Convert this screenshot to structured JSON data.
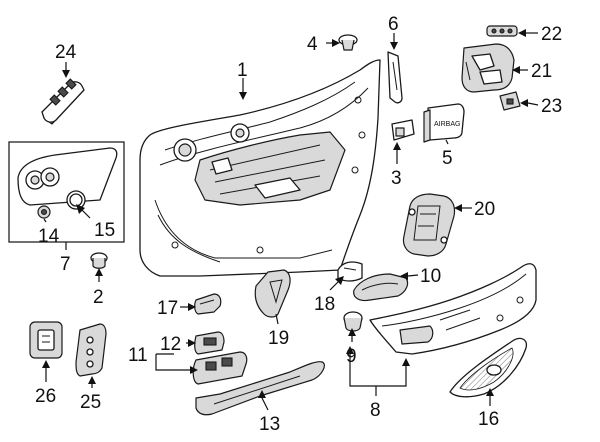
{
  "diagram": {
    "callouts": {
      "p1": "1",
      "p2": "2",
      "p3": "3",
      "p4": "4",
      "p5": "5",
      "p6": "6",
      "p7": "7",
      "p8": "8",
      "p9": "9",
      "p10": "10",
      "p11": "11",
      "p12": "12",
      "p13": "13",
      "p14": "14",
      "p15": "15",
      "p16": "16",
      "p17": "17",
      "p18": "18",
      "p19": "19",
      "p20": "20",
      "p21": "21",
      "p22": "22",
      "p23": "23",
      "p24": "24",
      "p25": "25",
      "p26": "26"
    },
    "airbag_label": "AIRBAG"
  }
}
